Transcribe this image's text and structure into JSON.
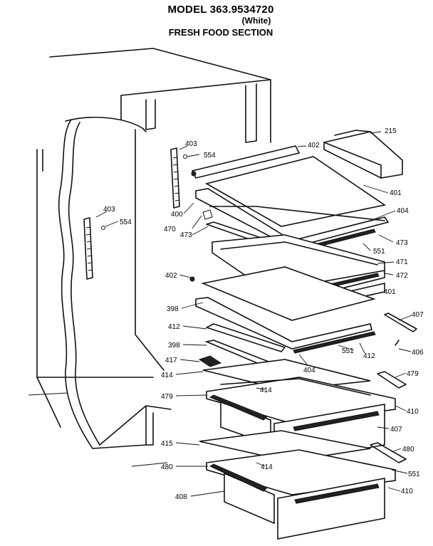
{
  "header": {
    "model": "MODEL 363.9534720",
    "color": "(White)",
    "section": "FRESH FOOD SECTION"
  },
  "parts": [
    {
      "id": "p215a",
      "label": "215"
    },
    {
      "id": "p402a",
      "label": "402"
    },
    {
      "id": "p403a",
      "label": "403"
    },
    {
      "id": "p554a",
      "label": "554"
    },
    {
      "id": "p401a",
      "label": "401"
    },
    {
      "id": "p400",
      "label": "400"
    },
    {
      "id": "p404a",
      "label": "404"
    },
    {
      "id": "p403b",
      "label": "403"
    },
    {
      "id": "p554b",
      "label": "554"
    },
    {
      "id": "p470",
      "label": "470"
    },
    {
      "id": "p473a",
      "label": "473"
    },
    {
      "id": "p473b",
      "label": "473"
    },
    {
      "id": "p551a",
      "label": "551"
    },
    {
      "id": "p471",
      "label": "471"
    },
    {
      "id": "p402b",
      "label": "402"
    },
    {
      "id": "p472",
      "label": "472"
    },
    {
      "id": "p401b",
      "label": "401"
    },
    {
      "id": "p398a",
      "label": "398"
    },
    {
      "id": "p407a",
      "label": "407"
    },
    {
      "id": "p412a",
      "label": "412"
    },
    {
      "id": "p406",
      "label": "406"
    },
    {
      "id": "p551b",
      "label": "551"
    },
    {
      "id": "p412b",
      "label": "412"
    },
    {
      "id": "p398b",
      "label": "398"
    },
    {
      "id": "p404b",
      "label": "404"
    },
    {
      "id": "p417",
      "label": "417"
    },
    {
      "id": "p414a",
      "label": "414"
    },
    {
      "id": "p479a",
      "label": "479"
    },
    {
      "id": "p414b",
      "label": "414"
    },
    {
      "id": "p479b",
      "label": "479"
    },
    {
      "id": "p410a",
      "label": "410"
    },
    {
      "id": "p407b",
      "label": "407"
    },
    {
      "id": "p415",
      "label": "415"
    },
    {
      "id": "p480a",
      "label": "480"
    },
    {
      "id": "p414c",
      "label": "414"
    },
    {
      "id": "p480b",
      "label": "480"
    },
    {
      "id": "p551c",
      "label": "551"
    },
    {
      "id": "p410b",
      "label": "410"
    },
    {
      "id": "p408",
      "label": "408"
    }
  ]
}
